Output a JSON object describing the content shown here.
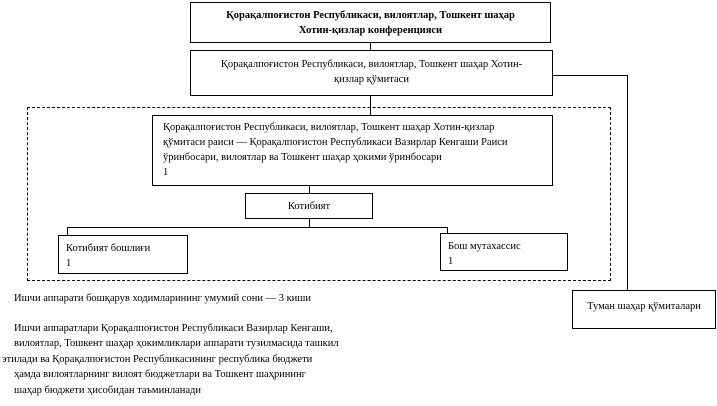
{
  "conference": {
    "line1": "Қорақалпоғистон Республикаси, вилоятлар, Тошкент шаҳар",
    "line2": "Хотин-қизлар конференцияси"
  },
  "committee": {
    "line1": "Қорақалпоғистон Республикаси, вилоятлар, Тошкент шаҳар Хотин-",
    "line2": "қизлар қўмитаси"
  },
  "chairman": {
    "line1": "Қорақалпоғистон Республикаси, вилоятлар, Тошкент шаҳар Хотин-қизлар",
    "line2": "қўмитаси раиси — Қорақалпоғистон Республикаси Вазирлар Кенгаши Раиси",
    "line3": "ўринбосари, вилоятлар ва Тошкент шаҳар ҳокими ўринбосари",
    "count": "1"
  },
  "secretariat": {
    "label": "Котибият"
  },
  "secretariat_head": {
    "label": "Котибият бошлиғи",
    "count": "1"
  },
  "chief_specialist": {
    "label": "Бош мутахассис",
    "count": "1"
  },
  "district_committees": {
    "label": "Туман шаҳар қўмиталари"
  },
  "notes": {
    "staff_total": "Ишчи аппарати бошқарув ходимларининг умумий сони — 3 киши",
    "para_line1": "Ишчи аппаратлари Қорақалпоғистон Республикаси Вазирлар Кенгаши,",
    "para_line2": "вилоятлар, Тошкент шаҳар ҳокимликлари аппарати тузилмасида ташкил",
    "para_line3": "этилади ва  Қорақалпоғистон Республикасининг республика бюджети",
    "para_line4": "ҳамда вилоятларнинг вилоят бюджетлари ва Тошкент шаҳрининг",
    "para_line5": "шаҳар бюджети ҳисобидан таъминланади"
  }
}
